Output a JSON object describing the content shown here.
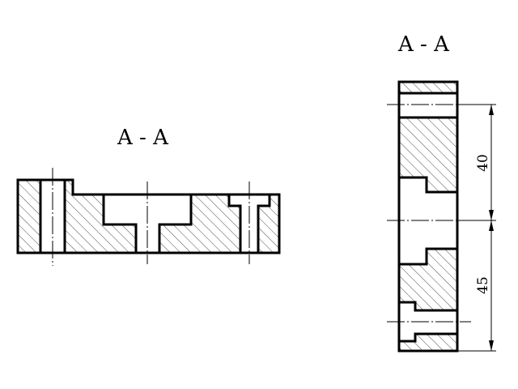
{
  "left_view": {
    "title": "A - A"
  },
  "right_view": {
    "title": "A - A",
    "dimensions": [
      {
        "value": "40"
      },
      {
        "value": "45"
      }
    ]
  }
}
